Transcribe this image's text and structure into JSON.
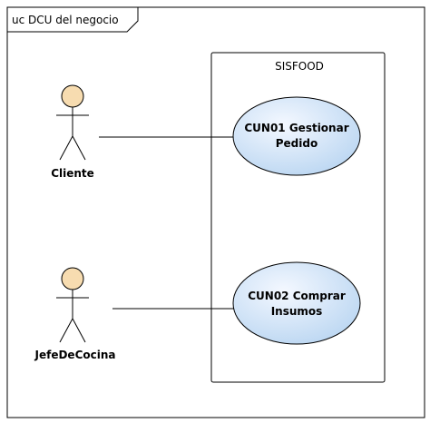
{
  "frame": {
    "title": "uc DCU del negocio"
  },
  "system": {
    "name": "SISFOOD"
  },
  "actors": [
    {
      "label": "Cliente"
    },
    {
      "label": "JefeDeCocina"
    }
  ],
  "use_cases": [
    {
      "line1": "CUN01 Gestionar",
      "line2": "Pedido"
    },
    {
      "line1": "CUN02 Comprar",
      "line2": "Insumos"
    }
  ],
  "colors": {
    "actor_fill": "#f7dcb0",
    "use_case_fill_light": "#f4f8ff",
    "use_case_fill_dark": "#bcd7f2",
    "stroke": "#000000"
  }
}
